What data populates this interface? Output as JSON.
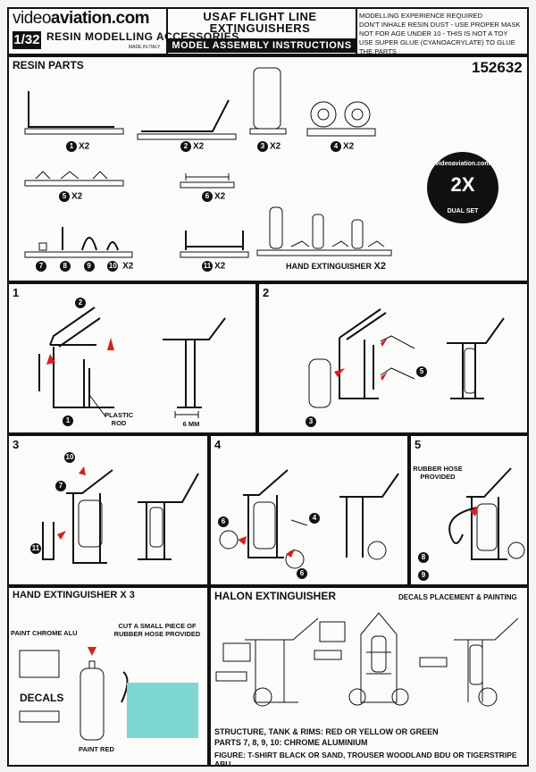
{
  "header": {
    "brand_prefix": "video",
    "brand_main": "aviation.com",
    "scale": "1/32",
    "resin_text": "RESIN MODELLING ACCESSORIES",
    "made_in": "MADE IN ITALY",
    "title_line1": "USAF FLIGHT LINE",
    "title_line2": "EXTINGUISHERS",
    "subtitle": "MODEL ASSEMBLY INSTRUCTIONS",
    "warnings": [
      "MODELLING EXPERIENCE REQUIRED",
      "DON'T INHALE RESIN DUST - USE PROPER MASK",
      "NOT FOR AGE UNDER 10 - THIS IS NOT A TOY",
      "USE SUPER GLUE (CYANOACRYLATE) TO GLUE THE PARTS"
    ]
  },
  "parts": {
    "title": "RESIN PARTS",
    "code": "152632",
    "p1": {
      "n": "1",
      "qty": "X2"
    },
    "p2": {
      "n": "2",
      "qty": "X2"
    },
    "p3": {
      "n": "3",
      "qty": "X2"
    },
    "p4": {
      "n": "4",
      "qty": "X2"
    },
    "p5": {
      "n": "5",
      "qty": "X2"
    },
    "p6": {
      "n": "6",
      "qty": "X2"
    },
    "p7": "7",
    "p8": "8",
    "p9": "9",
    "p10": "10",
    "p10_qty": "X2",
    "p11": {
      "n": "11",
      "qty": "X2"
    },
    "hand_label": "HAND EXTINGUISHER",
    "hand_qty": "X2"
  },
  "seal": {
    "top": "videoaviation.com",
    "center": "2X",
    "bottom": "DUAL SET"
  },
  "steps": {
    "s1": {
      "num": "1",
      "plastic_rod": "PLASTIC ROD",
      "size": "6 MM",
      "c1": "1",
      "c2": "2"
    },
    "s2": {
      "num": "2",
      "c3": "3",
      "c5": "5"
    },
    "s3": {
      "num": "3",
      "c7": "7",
      "c10": "10",
      "c11": "11"
    },
    "s4": {
      "num": "4",
      "c4": "4",
      "c6a": "6",
      "c6b": "6"
    },
    "s5": {
      "num": "5",
      "hose": "RUBBER HOSE PROVIDED",
      "c8": "8",
      "c9": "9"
    }
  },
  "hand": {
    "title": "HAND EXTINGUISHER X 3",
    "paint_chrome": "PAINT CHROME ALU",
    "cut_hose": "CUT A SMALL PIECE OF RUBBER HOSE PROVIDED",
    "decals": "DECALS",
    "paint_red": "PAINT RED"
  },
  "halon": {
    "title": "HALON EXTINGUISHER",
    "decals_label": "DECALS PLACEMENT & PAINTING",
    "structure": "STRUCTURE, TANK & RIMS: RED OR YELLOW OR GREEN",
    "parts": "PARTS 7, 8, 9, 10: CHROME ALUMINIUM",
    "figure": "FIGURE: T-SHIRT BLACK OR SAND, TROUSER WOODLAND BDU OR TIGERSTRIPE ABU"
  }
}
